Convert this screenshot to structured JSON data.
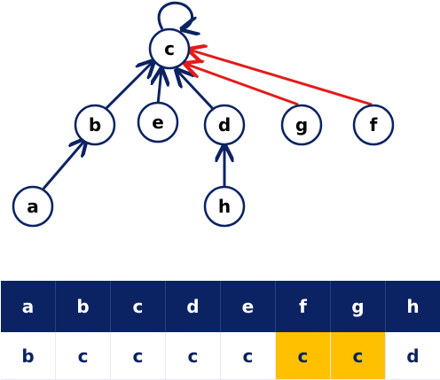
{
  "tree": {
    "nodes": [
      {
        "id": "c",
        "label": "c"
      },
      {
        "id": "b",
        "label": "b"
      },
      {
        "id": "e",
        "label": "e"
      },
      {
        "id": "d",
        "label": "d"
      },
      {
        "id": "g",
        "label": "g"
      },
      {
        "id": "f",
        "label": "f"
      },
      {
        "id": "a",
        "label": "a"
      },
      {
        "id": "h",
        "label": "h"
      }
    ],
    "edges": [
      {
        "from": "c",
        "to": "c",
        "color": "#0b2362"
      },
      {
        "from": "b",
        "to": "c",
        "color": "#0b2362"
      },
      {
        "from": "e",
        "to": "c",
        "color": "#0b2362"
      },
      {
        "from": "d",
        "to": "c",
        "color": "#0b2362"
      },
      {
        "from": "g",
        "to": "c",
        "color": "#e31b1b"
      },
      {
        "from": "f",
        "to": "c",
        "color": "#e31b1b"
      },
      {
        "from": "a",
        "to": "b",
        "color": "#0b2362"
      },
      {
        "from": "h",
        "to": "d",
        "color": "#0b2362"
      }
    ]
  },
  "table": {
    "header": [
      "a",
      "b",
      "c",
      "d",
      "e",
      "f",
      "g",
      "h"
    ],
    "values": [
      "b",
      "c",
      "c",
      "c",
      "c",
      "c",
      "c",
      "d"
    ],
    "highlight_color": "#ffc000",
    "highlighted": [
      "f",
      "g"
    ]
  },
  "colors": {
    "navy": "#0b2362",
    "red": "#e31b1b",
    "highlight": "#ffc000"
  }
}
